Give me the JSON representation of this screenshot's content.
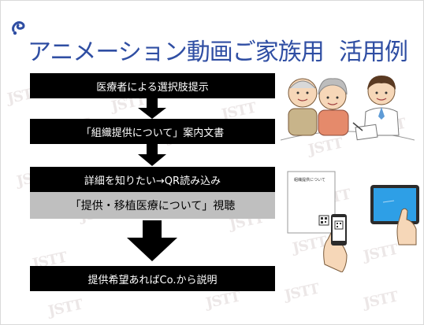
{
  "slide": {
    "title": "アニメーション動画ご家族用",
    "title_right": "活用例",
    "watermark": "JSTT"
  },
  "flow": {
    "steps": [
      {
        "label": "医療者による選択肢提示"
      },
      {
        "label": "「組織提供について」案内文書"
      },
      {
        "label": "詳細を知りたい→QR読み込み"
      },
      {
        "label": "「提供・移植医療について」視聴"
      },
      {
        "label": "提供希望あればCo.から説明"
      }
    ]
  },
  "illustrations": {
    "family_icon": "elderly-couple-with-doctor",
    "document_title": "組織提供について",
    "document_icon": "brochure-with-qr-code",
    "phone_icon": "hand-holding-smartphone",
    "tablet_icon": "hand-touching-tablet"
  },
  "colors": {
    "title_blue": "#2f4ea3",
    "step_black": "#000000",
    "step_gray": "#bfbfbf",
    "tablet_screen": "#2e9fe6"
  }
}
